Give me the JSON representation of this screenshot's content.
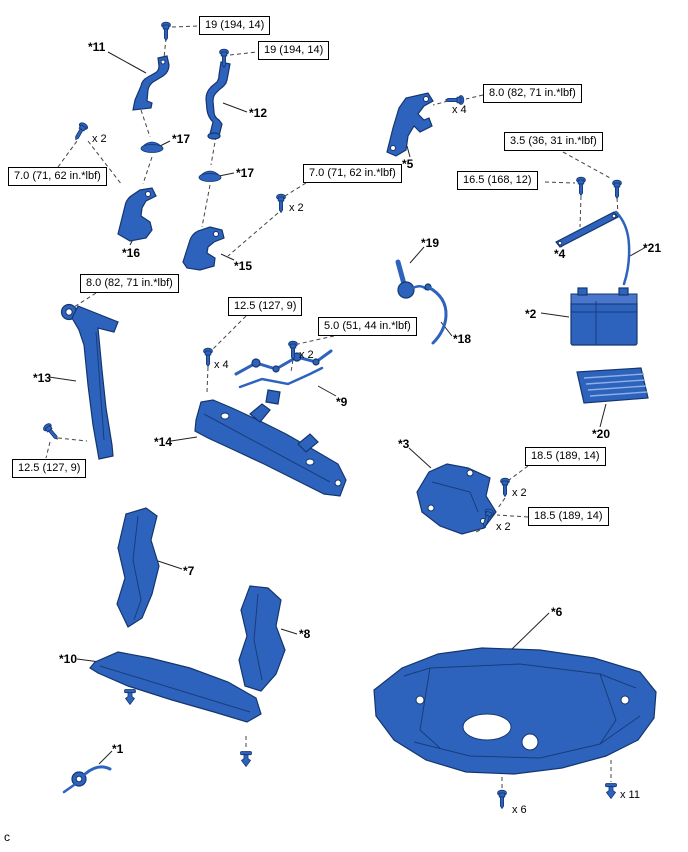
{
  "diagram": {
    "footer_letter": "c",
    "colors": {
      "part_fill": "#2e63bd",
      "part_outline": "#14366e"
    },
    "part_labels": {
      "p1": "*1",
      "p2": "*2",
      "p3": "*3",
      "p4": "*4",
      "p5": "*5",
      "p6": "*6",
      "p7": "*7",
      "p8": "*8",
      "p9": "*9",
      "p10": "*10",
      "p11": "*11",
      "p12": "*12",
      "p13": "*13",
      "p14": "*14",
      "p15": "*15",
      "p16": "*16",
      "p17": "*17",
      "p18": "*18",
      "p19": "*19",
      "p20": "*20",
      "p21": "*21"
    },
    "torque_specs": {
      "t1": "19 (194, 14)",
      "t2": "19 (194, 14)",
      "t3": "8.0 (82, 71 in.*lbf)",
      "t4": "3.5 (36, 31 in.*lbf)",
      "t5": "16.5 (168, 12)",
      "t6": "7.0 (71, 62 in.*lbf)",
      "t7": "7.0 (71, 62 in.*lbf)",
      "t8": "8.0 (82, 71 in.*lbf)",
      "t9": "12.5 (127, 9)",
      "t10": "5.0 (51, 44 in.*lbf)",
      "t11": "12.5 (127, 9)",
      "t12": "18.5 (189, 14)",
      "t13": "18.5 (189, 14)"
    },
    "quantities": {
      "q1": "x 2",
      "q2": "x 4",
      "q3": "x 2",
      "q4": "x 2",
      "q5": "x 4",
      "q6": "x 2",
      "q7": "x 2",
      "q8": "x 6",
      "q9": "x 11"
    }
  }
}
